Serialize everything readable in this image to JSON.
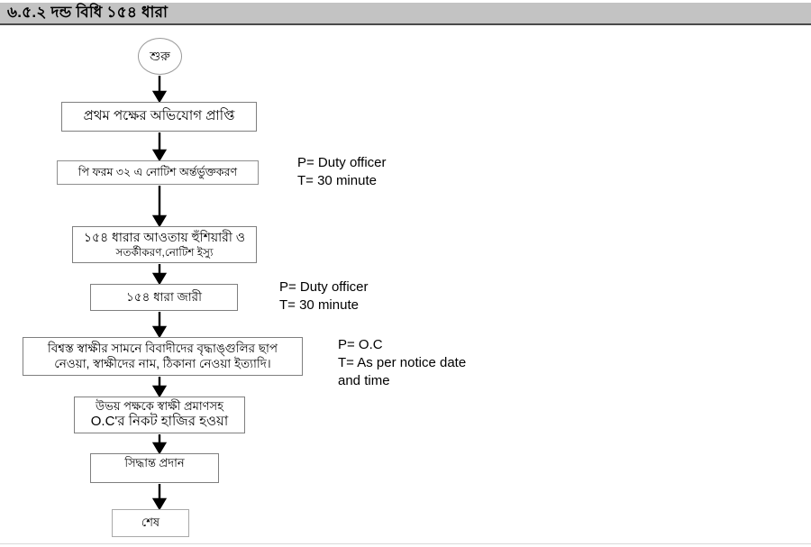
{
  "header": {
    "title": "৬.৫.২ দন্ড বিধি ১৫৪ ধারা"
  },
  "flowchart": {
    "start_label": "শুরু",
    "node1": "প্রথম পক্ষের অভিযোগ প্রাপ্তি",
    "node2": "পি ফরম ৩২ এ নোটিশ অর্ন্তর্ভুক্তকরণ",
    "node3_line1": "১৫৪ ধারার আওতায় হুঁশিয়ারী ও",
    "node3_line2": "সতর্কীকরণ,নোটিশ ইস্যু",
    "node4": "১৫৪ ধারা জারী",
    "node5_line1": "বিশ্বস্ত স্বাক্ষীর সামনে বিবাদীদের বৃদ্ধাঙ্গুলির ছাপ",
    "node5_line2": "নেওয়া, স্বাক্ষীদের নাম, ঠিকানা নেওয়া ইত্যাদি।",
    "node6_line1": "উভয় পক্ষকে স্বাক্ষী প্রমাণসহ",
    "node6_line2": "O.C'র নিকট হাজির হওয়া",
    "node7": "সিদ্ধান্ত প্রদান",
    "end_label": "শেষ"
  },
  "annotations": {
    "a1_line1": "P= Duty officer",
    "a1_line2": "T= 30 minute",
    "a2_line1": "P= Duty officer",
    "a2_line2": "T= 30 minute",
    "a3_line1": "P= O.C",
    "a3_line2": "T= As per notice date",
    "a3_line3": "and time"
  },
  "colors": {
    "header_bg": "#c3c3c3",
    "box_border": "#7f7f7f",
    "arrow": "#000000"
  }
}
